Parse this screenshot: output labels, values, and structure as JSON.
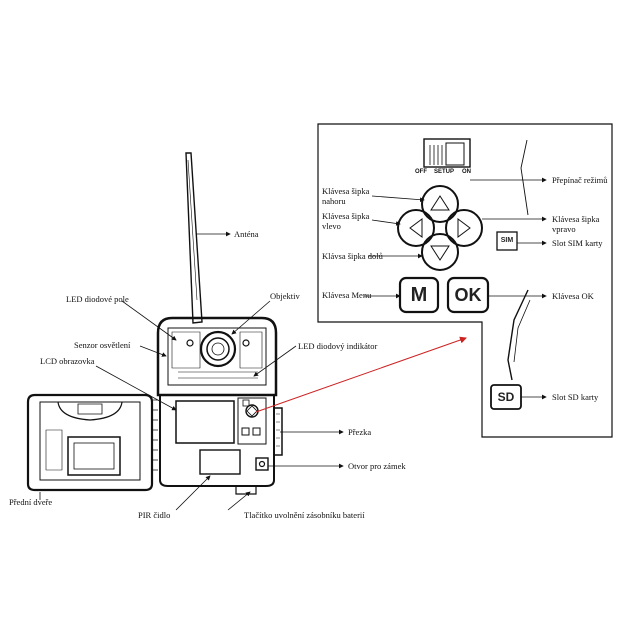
{
  "labels": {
    "antenna": "Anténa",
    "led_panel": "LED diodové pole",
    "lens": "Objektiv",
    "light_sensor": "Senzor osvětlení",
    "led_indicator": "LED diodový indikátor",
    "lcd": "LCD obrazovka",
    "strap": "Přezka",
    "lock_hole": "Otvor pro zámek",
    "front_door": "Přední dveře",
    "pir": "PIR čidlo",
    "battery_button": "Tlačítko uvolnění zásobníku baterií",
    "mode_switch": "Přepínač režimů",
    "key_up": "Klávesa šipka nahoru",
    "key_left": "Klávesa šipka vlevo",
    "key_right": "Klávesa šipka vpravo",
    "key_down": "Klávsa šipka dolů",
    "sim_slot": "Slot SIM karty",
    "key_menu": "Klávesa Menu",
    "key_ok": "Klávesa OK",
    "sd_slot": "Slot SD karty"
  },
  "switch": {
    "off": "OFF",
    "setup": "SETUP",
    "on": "ON"
  },
  "keys": {
    "menu": "M",
    "ok": "OK",
    "sim": "SIM",
    "sd": "SD"
  },
  "colors": {
    "line": "#111111",
    "pointer": "#cc2222",
    "background": "#ffffff"
  }
}
